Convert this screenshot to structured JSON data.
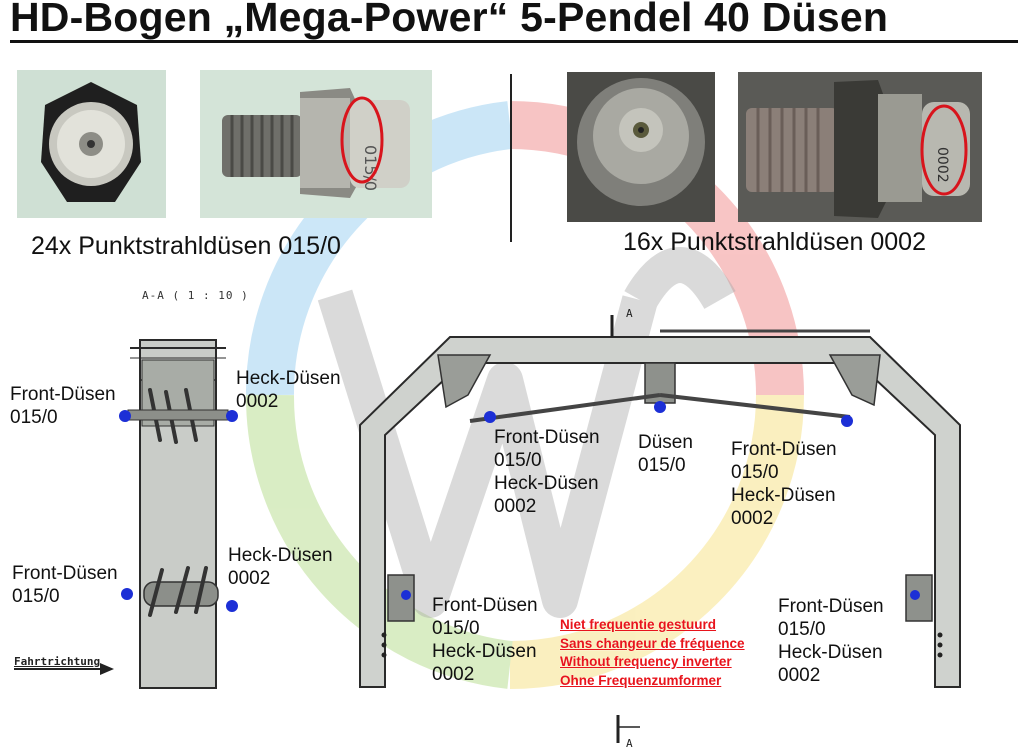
{
  "title": "HD-Bogen „Mega-Power“ 5-Pendel 40 Düsen",
  "photos": {
    "left_caption": "24x Punktstrahldüsen 015/0",
    "right_caption": "16x Punktstrahldüsen 0002"
  },
  "section_label": "A-A ( 1 : 10 )",
  "direction_label": "Fahrtrichtung",
  "section_marker": "A",
  "labels": {
    "side_top_front": [
      "Front-Düsen",
      "015/0"
    ],
    "side_top_heck": [
      "Heck-Düsen",
      "0002"
    ],
    "side_bottom_front": [
      "Front-Düsen",
      "015/0"
    ],
    "side_bottom_heck": [
      "Heck-Düsen",
      "0002"
    ],
    "arch_left_pendel": [
      "Front-Düsen",
      "015/0",
      "Heck-Düsen",
      "0002"
    ],
    "arch_center_pendel": [
      "Düsen",
      "015/0"
    ],
    "arch_right_pendel": [
      "Front-Düsen",
      "015/0",
      "Heck-Düsen",
      "0002"
    ],
    "arch_left_lower": [
      "Front-Düsen",
      "015/0",
      "Heck-Düsen",
      "0002"
    ],
    "arch_right_lower": [
      "Front-Düsen",
      "015/0",
      "Heck-Düsen",
      "0002"
    ]
  },
  "inverter_note": [
    "Niet frequentie gestuurd",
    "Sans changeur de fréquence",
    "Without frequency inverter",
    "Ohne Frequenzumformer"
  ],
  "colors": {
    "frame_fill": "#cfd2ce",
    "frame_stroke": "#2a2a2a",
    "nozzle_blue": "#1c2fd6",
    "highlight_red": "#d8141c",
    "note_red": "#e8141c",
    "watermark_blue": "#5fb4e8",
    "watermark_red": "#e84a4a",
    "watermark_yellow": "#f2cf3c",
    "watermark_green": "#8cc84b",
    "watermark_gray": "#a8a8a8"
  }
}
